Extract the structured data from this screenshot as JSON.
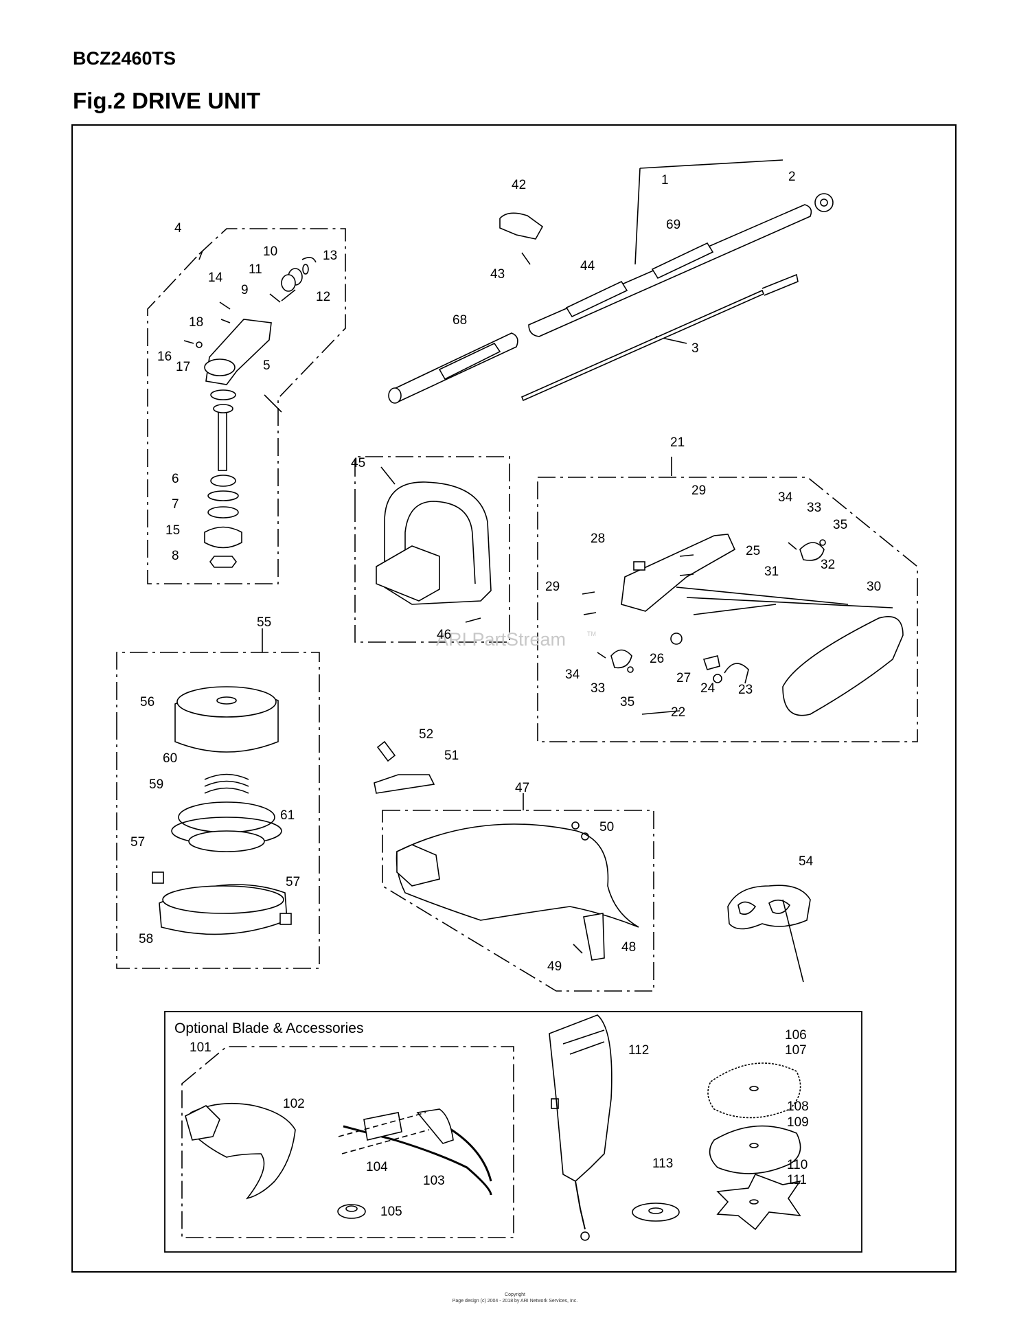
{
  "header": {
    "model": "BCZ2460TS",
    "figure_title": "Fig.2 DRIVE UNIT"
  },
  "optional_section": {
    "title": "Optional Blade & Accessories"
  },
  "watermark": "ARI PartStream",
  "watermark_tm": "TM",
  "footer": {
    "line1": "Copyright",
    "line2": "Page design (c) 2004 - 2018 by ARI Network Services, Inc."
  },
  "callouts": [
    "1",
    "2",
    "3",
    "4",
    "5",
    "6",
    "7",
    "8",
    "9",
    "10",
    "11",
    "12",
    "13",
    "14",
    "15",
    "16",
    "17",
    "18",
    "21",
    "22",
    "23",
    "24",
    "25",
    "26",
    "27",
    "28",
    "29",
    "29",
    "30",
    "31",
    "32",
    "33",
    "33",
    "34",
    "34",
    "35",
    "35",
    "42",
    "43",
    "44",
    "45",
    "46",
    "47",
    "48",
    "49",
    "50",
    "51",
    "52",
    "54",
    "55",
    "56",
    "57",
    "57",
    "58",
    "59",
    "60",
    "61",
    "68",
    "69",
    "101",
    "102",
    "103",
    "104",
    "105",
    "106",
    "107",
    "108",
    "109",
    "110",
    "111",
    "112",
    "113"
  ]
}
